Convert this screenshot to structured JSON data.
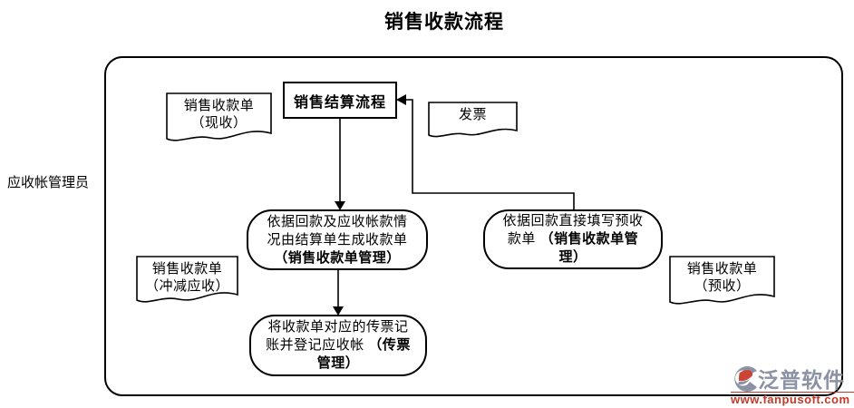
{
  "title": "销售收款流程",
  "lane": {
    "label": "应收帐管理员"
  },
  "nodes": {
    "settlement_process": {
      "label": "销售结算流程"
    },
    "doc_cash_receipt": {
      "line1": "销售收款单",
      "line2": "（现收）"
    },
    "doc_invoice": {
      "label": "发票"
    },
    "doc_offset_receivable": {
      "line1": "销售收款单",
      "line2": "（冲减应收）"
    },
    "doc_advance_receipt": {
      "line1": "销售收款单",
      "line2": "（预收）"
    },
    "generate_receipt": {
      "text": "依据回款及应收帐款情况由结算单生成收款单",
      "bold_text": "（销售收款单管理）"
    },
    "fill_advance_receipt": {
      "text": "依据回款直接填写预收款单 ",
      "bold_text": "（销售收款单管理）"
    },
    "voucher_posting": {
      "text": "将收款单对应的传票记账并登记应收帐 ",
      "bold_text": "（传票管理）"
    }
  },
  "watermark": {
    "brand": "泛普软件",
    "url": "www.fanpusoft.com",
    "brand_color": "#8b92a3",
    "url_color": "#c03a2b"
  },
  "colors": {
    "line": "#000000",
    "background": "#ffffff"
  }
}
